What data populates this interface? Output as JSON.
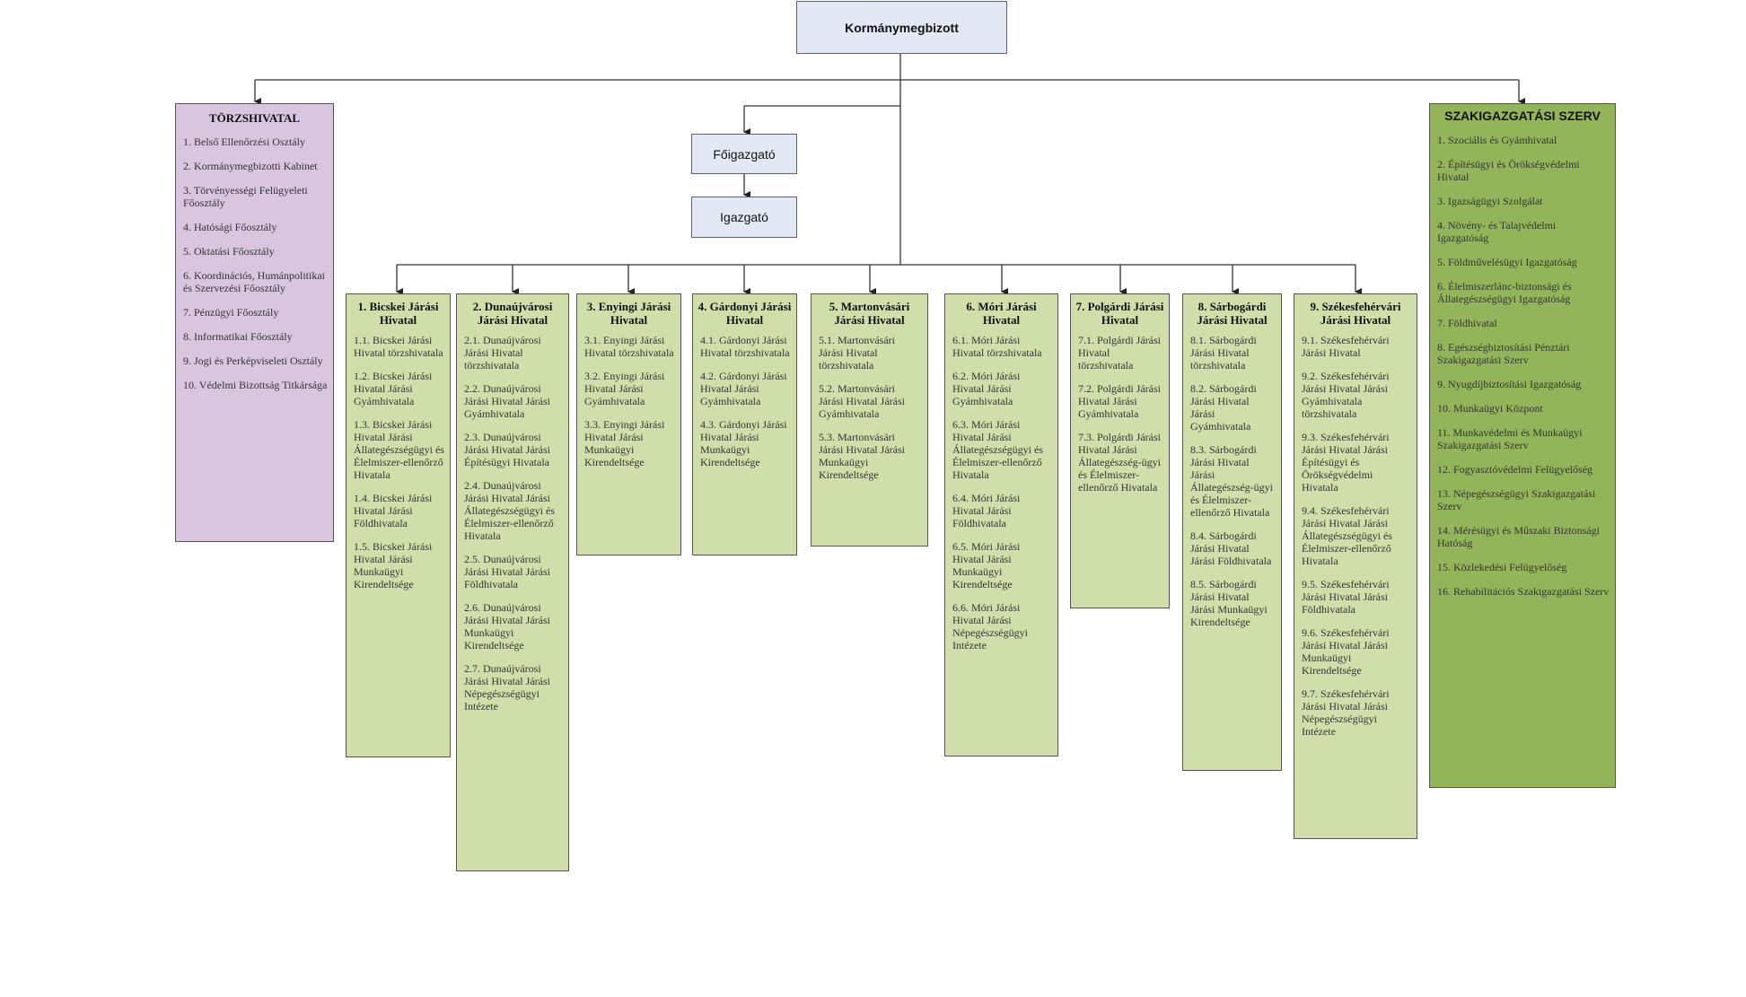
{
  "top": {
    "label": "Kormánymegbizott"
  },
  "foigazgato": {
    "label": "Főigazgató"
  },
  "igazgato": {
    "label": "Igazgató"
  },
  "torzshivatal": {
    "title": "TÖRZSHIVATAL",
    "items": [
      "1. Belső Ellenőrzési Osztály",
      "2. Kormánymegbizotti Kabinet",
      "3. Törvényességi Felügyeleti Főosztály",
      "4. Hatósági Főosztály",
      "5. Oktatási Főosztály",
      "6. Koordinációs, Humánpolitikai és Szervezési Főosztály",
      "7. Pénzügyi Főosztály",
      "8. Informatikai Főosztály",
      "9. Jogi és Perképviseleti Osztály",
      "10. Védelmi Bizottság Titkársága"
    ]
  },
  "szakigazgatasi": {
    "title": "SZAKIGAZGATÁSI SZERV",
    "items": [
      "1. Szociális és Gyámhivatal",
      "2. Építésügyi és Örökségvédelmi Hivatal",
      "3. Igazságügyi Szolgálat",
      "4. Növény- és Talajvédelmi Igazgatóság",
      "5. Földművelésügyi Igazgatóság",
      "6. Élelmiszerlánc-biztonsági és Állategészségügyi Igazgatóság",
      "7. Földhivatal",
      "8. Egészségbiztosítási Pénztári Szakigazgatási Szerv",
      "9. Nyugdíjbiztosítási Igazgatóság",
      "10. Munkaügyi Központ",
      "11. Munkavédelmi és Munkaügyi Szakigazgatási Szerv",
      "12. Fogyasztóvédelmi Felügyelőség",
      "13. Népegészségügyi Szakigazgatási Szerv",
      "14. Mérésügyi és Műszaki Biztonsági Hatóság",
      "15. Közlekedési Felügyelőség",
      "16. Rehabilitációs Szakigazgatási Szerv"
    ]
  },
  "jarasi": [
    {
      "title": "1. Bicskei Járási Hivatal",
      "items": [
        "1.1. Bicskei Járási Hivatal törzshivatala",
        "1.2. Bicskei Járási Hivatal Járási Gyámhivatala",
        "1.3. Bicskei Járási Hivatal Járási Állategészségügyi és Élelmiszer-ellenőrző Hivatala",
        "1.4. Bicskei Járási Hivatal Járási Földhivatala",
        "1.5. Bicskei Járási Hivatal Járási Munkaügyi Kirendeltsége"
      ]
    },
    {
      "title": "2. Dunaújvárosi Járási Hivatal",
      "items": [
        "2.1. Dunaújvárosi Járási Hivatal törzshivatala",
        "2.2. Dunaújvárosi Járási Hivatal Járási Gyámhivatala",
        "2.3. Dunaújvárosi Járási Hivatal Járási Építésügyi Hivatala",
        "2.4. Dunaújvárosi Járási Hivatal Járási Állategészségügyi és Élelmiszer-ellenőrző Hivatala",
        "2.5. Dunaújvárosi Járási Hivatal Járási Földhivatala",
        "2.6. Dunaújvárosi Járási Hivatal Járási Munkaügyi Kirendeltsége",
        "2.7. Dunaújvárosi Járási Hivatal Járási Népegészségügyi Intézete"
      ]
    },
    {
      "title": "3. Enyingi Járási Hivatal",
      "items": [
        "3.1. Enyingi Járási Hivatal törzshivatala",
        "3.2. Enyingi Járási Hivatal Járási Gyámhivatala",
        "3.3. Enyingi Járási Hivatal Járási Munkaügyi Kirendeltsége"
      ]
    },
    {
      "title": "4. Gárdonyi Járási Hivatal",
      "items": [
        "4.1. Gárdonyi Járási Hivatal törzshivatala",
        "4.2. Gárdonyi Járási Hivatal Járási Gyámhivatala",
        "4.3. Gárdonyi Járási Hivatal Járási Munkaügyi Kirendeltsége"
      ]
    },
    {
      "title": "5. Martonvásári Járási Hivatal",
      "items": [
        "5.1. Martonvásári Járási Hivatal törzshivatala",
        "5.2. Martonvásári Járási Hivatal Járási Gyámhivatala",
        "5.3. Martonvásári Járási Hivatal Járási Munkaügyi Kirendeltsége"
      ]
    },
    {
      "title": "6. Móri Járási Hivatal",
      "items": [
        "6.1. Móri Járási Hivatal törzshivatala",
        "6.2. Móri Járási Hivatal Járási Gyámhivatala",
        "6.3. Móri Járási Hivatal Járási Állategészségügyi és Élelmiszer-ellenőrző Hivatala",
        "6.4. Móri Járási Hivatal Járási Földhivatala",
        "6.5. Móri Járási Hivatal Járási Munkaügyi Kirendeltsége",
        "6.6. Móri Járási Hivatal Járási Népegészségügyi Intézete"
      ]
    },
    {
      "title": "7. Polgárdi Járási Hivatal",
      "items": [
        "7.1. Polgárdi Járási Hivatal törzshivatala",
        "7.2. Polgárdi Járási Hivatal Járási Gyámhivatala",
        "7.3. Polgárdi Járási Hivatal Járási Állategészség-ügyi és Élelmiszer-ellenőrző Hivatala"
      ]
    },
    {
      "title": "8. Sárbogárdi Járási Hivatal",
      "items": [
        "8.1. Sárbogárdi Járási Hivatal törzshivatala",
        "8.2. Sárbogárdi Járási Hivatal Járási Gyámhivatala",
        "8.3. Sárbogárdi Járási Hivatal Járási Állategészség-ügyi és Élelmiszer-ellenőrző Hivatala",
        "8.4. Sárbogárdi Járási Hivatal Járási Földhivatala",
        "8.5. Sárbogárdi Járási Hivatal Járási Munkaügyi Kirendeltsége"
      ]
    },
    {
      "title": "9. Székesfehérvári Járási Hivatal",
      "items": [
        "9.1. Székesfehérvári Járási Hivatal",
        "9.2. Székesfehérvári Járási Hivatal Járási Gyámhivatala törzshivatala",
        "9.3. Székesfehérvári Járási Hivatal Járási Építésügyi és Örökségvédelmi Hivatala",
        "9.4. Székesfehérvári Járási Hivatal Járási Állategészségügyi és Élelmiszer-ellenőrző Hivatala",
        "9.5. Székesfehérvári Járási Hivatal Járási Földhivatala",
        "9.6. Székesfehérvári Járási Hivatal Járási Munkaügyi Kirendeltsége",
        "9.7. Székesfehérvári Járási Hivatal Járási Népegészségügyi Intézete"
      ]
    }
  ]
}
